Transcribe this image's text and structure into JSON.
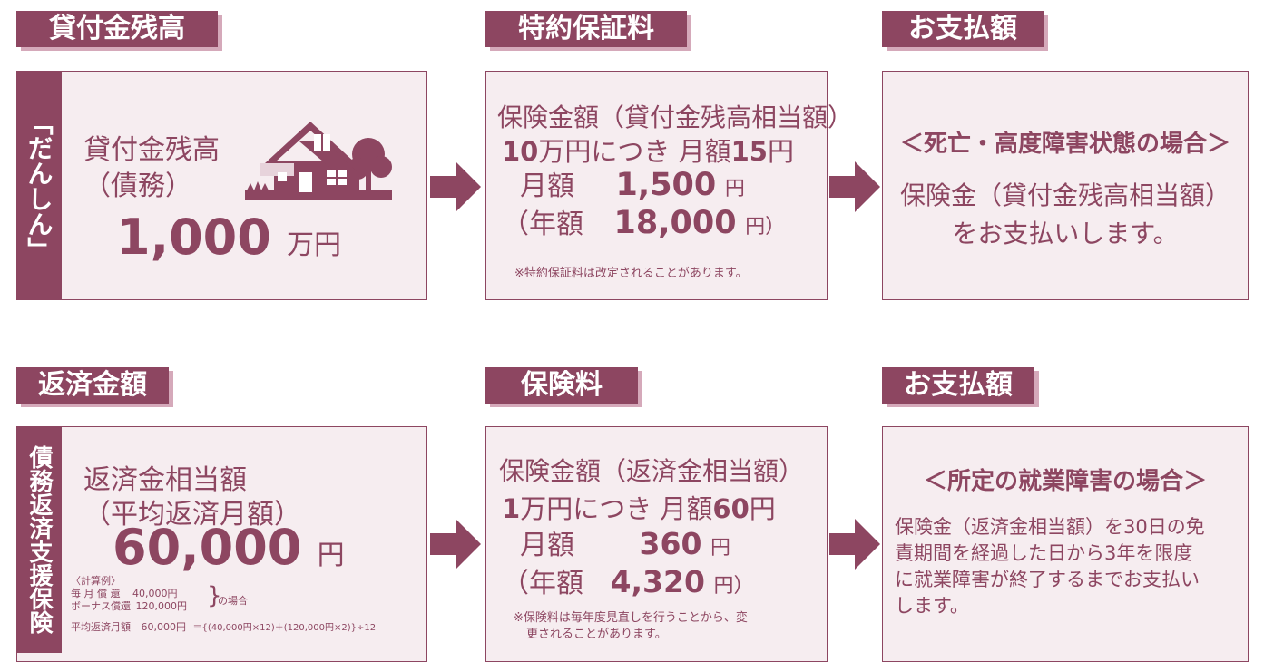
{
  "row1": {
    "tab_balance": "貸付金残高",
    "tab_fee": "特約保証料",
    "tab_payment": "お支払額",
    "side_label": "「だんしん」",
    "balance": {
      "label_line1": "貸付金残高",
      "label_line2": "（債務）",
      "amount": "1,000",
      "unit": "万円"
    },
    "fee": {
      "line1": "保険金額（貸付金残高相当額）",
      "per_pre": "10",
      "per_mid": "万円につき 月額",
      "per_val": "15",
      "per_unit": "円",
      "monthly_label": "月額",
      "monthly_value": "1,500",
      "monthly_unit": "円",
      "yearly_label": "（年額",
      "yearly_value": "18,000",
      "yearly_unit": "円）",
      "note": "※特約保証料は改定されることがあります。"
    },
    "payment": {
      "heading": "＜死亡・高度障害状態の場合＞",
      "line1": "保険金（貸付金残高相当額）",
      "line2": "をお支払いします。"
    }
  },
  "row2": {
    "tab_repay": "返済金額",
    "tab_premium": "保険料",
    "tab_payment": "お支払額",
    "side_label": "債務返済支援保険",
    "repay": {
      "label_line1": "返済金相当額",
      "label_line2": "（平均返済月額）",
      "amount": "60,000",
      "unit": "円",
      "calc_title": "〈計算例〉",
      "calc_row1_label": "毎 月 償 還",
      "calc_row1_value": "40,000円",
      "calc_row2_label": "ボーナス償還",
      "calc_row2_value": "120,000円",
      "calc_case": "の場合",
      "calc_row3_label": "平均返済月額",
      "calc_row3_value": "60,000円",
      "calc_formula": "＝{(40,000円×12)＋(120,000円×2)}÷12"
    },
    "premium": {
      "line1": "保険金額（返済金相当額）",
      "per_pre": "1",
      "per_mid": "万円につき 月額",
      "per_val": "60",
      "per_unit": "円",
      "monthly_label": "月額",
      "monthly_value": "360",
      "monthly_unit": "円",
      "yearly_label": "（年額",
      "yearly_value": "4,320",
      "yearly_unit": "円）",
      "note_line1": "※保険料は毎年度見直しを行うことから、変",
      "note_line2": "更されることがあります。"
    },
    "payment": {
      "heading": "＜所定の就業障害の場合＞",
      "line1": "保険金（返済金相当額）を30日の免",
      "line2": "責期間を経過した日から3年を限度",
      "line3": "に就業障害が終了するまでお支払い",
      "line4": "します。"
    }
  },
  "colors": {
    "accent": "#8d4661",
    "shadow": "#d5a9ba",
    "panel": "#f6edf0"
  },
  "icons": [
    "house-icon",
    "arrow-right-icon"
  ]
}
